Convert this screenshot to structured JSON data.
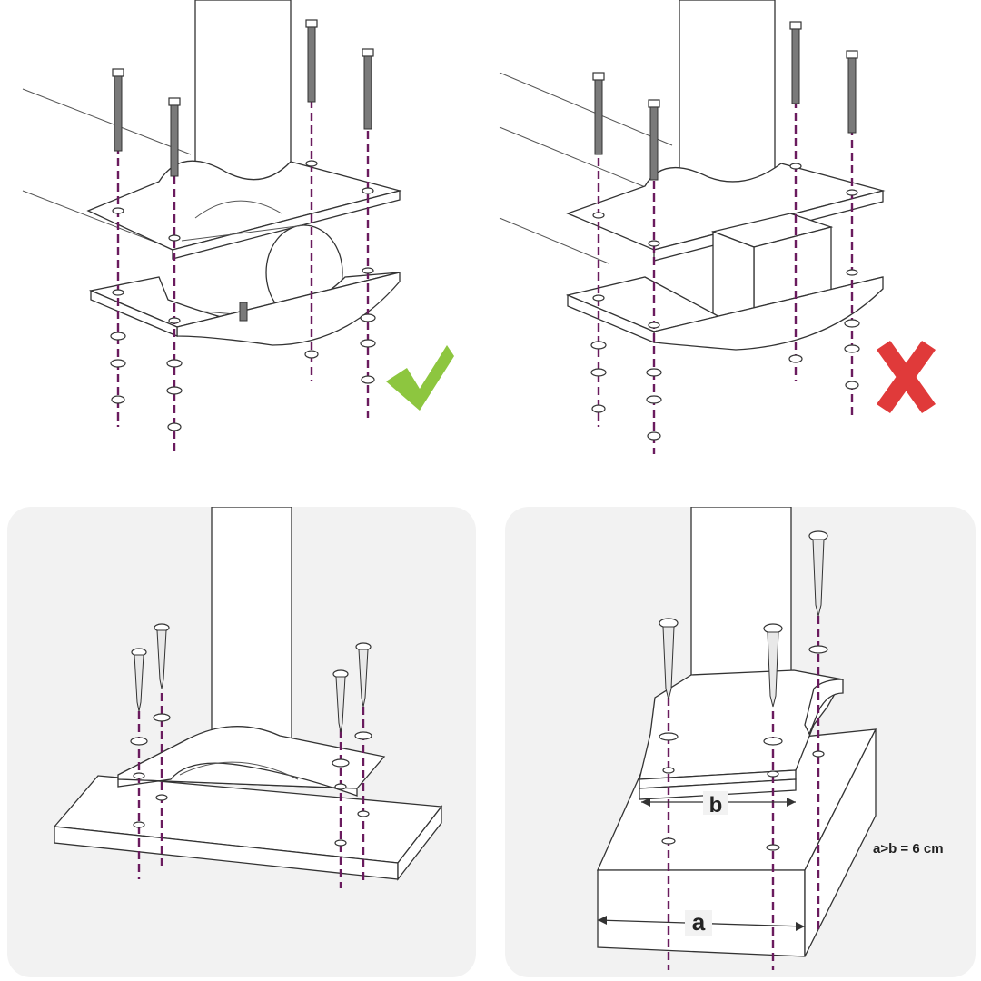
{
  "colors": {
    "guide_line": "#6a1b5e",
    "check_mark": "#8dc63f",
    "cross_mark": "#e03a3a",
    "panel_background": "#f2f2f2"
  },
  "panels": [
    {
      "id": "round-pipe-clamp",
      "status": "correct",
      "icon": "check-icon"
    },
    {
      "id": "square-pipe-clamp",
      "status": "incorrect",
      "icon": "cross-icon"
    },
    {
      "id": "base-plate-mount",
      "status": "neutral"
    },
    {
      "id": "edge-block-mount",
      "status": "neutral"
    }
  ],
  "dimensions": {
    "a_label": "a",
    "b_label": "b",
    "rule": "a>b = 6 cm"
  }
}
